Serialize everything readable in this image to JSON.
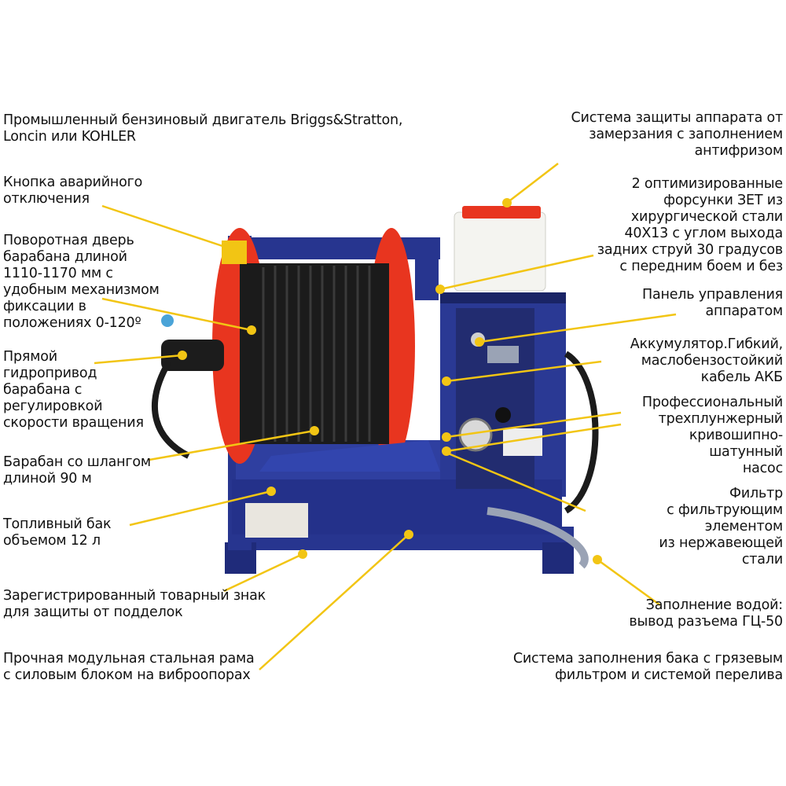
{
  "colors": {
    "frame": "#27358f",
    "frame_dark": "#1a2466",
    "drum_red": "#e8351f",
    "hose": "#1b1b1b",
    "leader": "#f2c514",
    "tank": "#f4f4f0",
    "tank_lid": "#e8351f"
  },
  "callouts": {
    "engine": "Промышленный бензиновый двигатель Briggs&Stratton,\nLoncin или KOHLER",
    "emergency_button": "Кнопка аварийного\nотключения",
    "drum_door": "Поворотная дверь\nбарабана длиной\n1110-1170 мм с\nудобным механизмом\nфиксации в\nположениях 0-120º",
    "hydro_drive": "Прямой\nгидропривод\nбарабана с\nрегулировкой\nскорости вращения",
    "hose_drum": "Барабан со шлангом\nдлиной 90 м",
    "fuel_tank": "Топливный бак\nобъемом 12 л",
    "trademark": "Зарегистрированный товарный знак\nдля защиты от подделок",
    "frame": "Прочная модульная стальная рама\nс силовым блоком на виброопорах",
    "antifreeze": "Система защиты аппарата от\nзамерзания с заполнением\nантифризом",
    "nozzles": "2 оптимизированные\nфорсунки ЗЕТ из\nхирургической стали\n40Х13 с углом выхода\nзадних струй 30 градусов\nс передним боем и без",
    "control_panel": "Панель управления\nаппаратом",
    "battery": "Аккумулятор.Гибкий,\nмаслобензостойкий\nкабель АКБ",
    "pump": "Профессиональный\nтрехплунжерный\nкривошипно-\nшатунный\nнасос",
    "filter": "Фильтр\nс фильтрующим\nэлементом\nиз нержавеющей\nстали",
    "water_fill": "Заполнение водой:\nвывод разъема ГЦ-50",
    "tank_fill": "Система заполнения бака с грязевым\nфильтром и системой перелива"
  }
}
